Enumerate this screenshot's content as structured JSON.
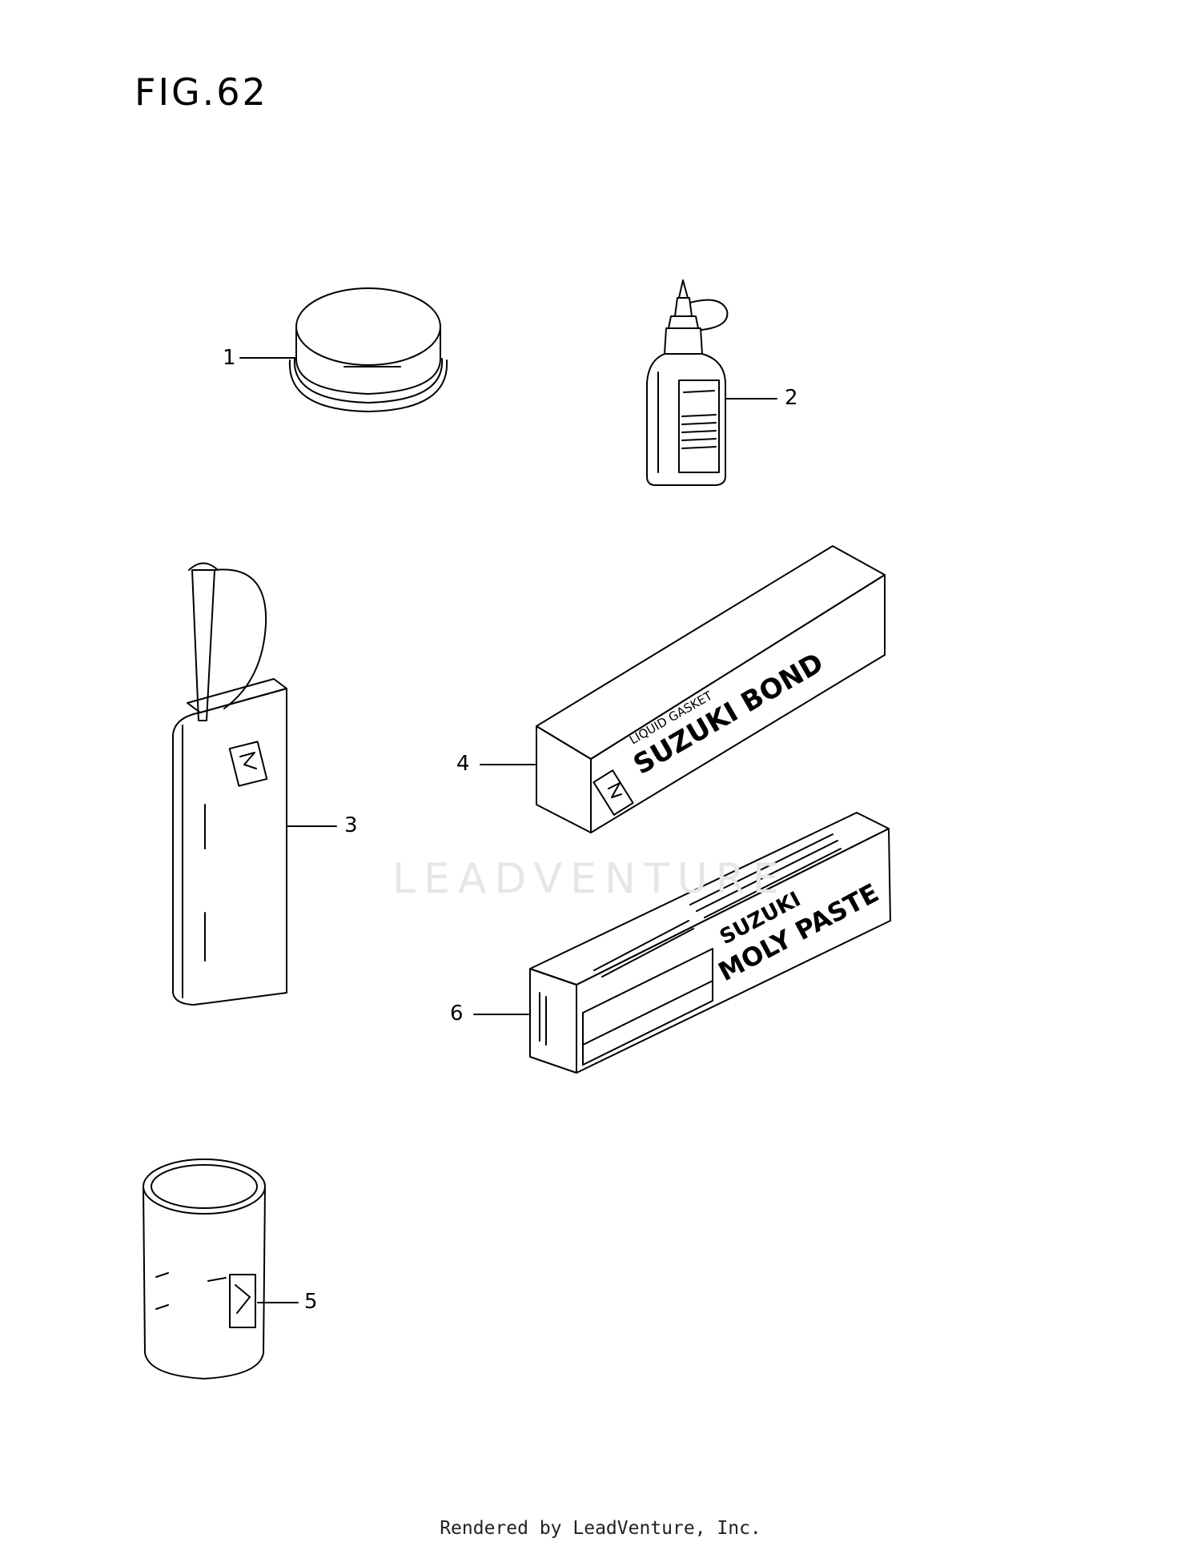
{
  "figure": {
    "title": "FIG.62",
    "watermark": "LEADVENTURE",
    "footer": "Rendered by LeadVenture, Inc."
  },
  "callouts": [
    "1",
    "2",
    "3",
    "4",
    "5",
    "6"
  ],
  "parts": {
    "liquid_gasket_box": {
      "line1": "LIQUID GASKET",
      "line2": "SUZUKI BOND"
    },
    "moly_paste_box": {
      "line1": "SUZUKI",
      "line2": "MOLY PASTE"
    }
  },
  "colors": {
    "ink": "#000000",
    "watermark": "#e6e6e6"
  }
}
